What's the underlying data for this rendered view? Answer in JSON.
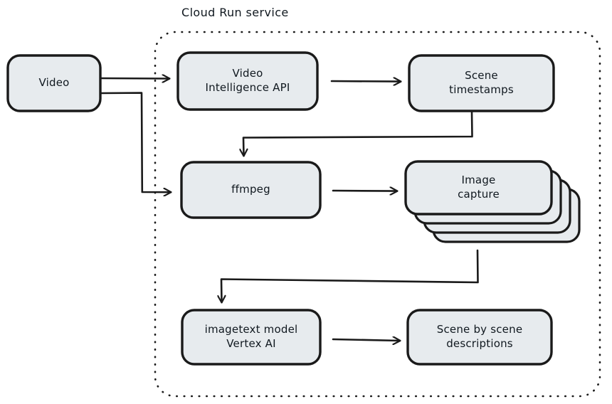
{
  "diagram": {
    "title": "Cloud Run service",
    "style": {
      "node_fill": "#e7ebee",
      "node_stroke": "#1a1a1a",
      "edge_color": "#1a1a1a",
      "group_border_color": "#1a1a1a",
      "background": "#ffffff"
    },
    "group": {
      "label": "Cloud Run service",
      "border_style": "dotted"
    },
    "nodes": [
      {
        "id": "video",
        "label": "Video",
        "shape": "rounded-rect",
        "inside_group": false
      },
      {
        "id": "video-intelligence-api",
        "label": "Video\nIntelligence API",
        "shape": "rounded-rect",
        "inside_group": true
      },
      {
        "id": "scene-timestamps",
        "label": "Scene\ntimestamps",
        "shape": "rounded-rect",
        "inside_group": true
      },
      {
        "id": "ffmpeg",
        "label": "ffmpeg",
        "shape": "rounded-rect",
        "inside_group": true
      },
      {
        "id": "image-capture",
        "label": "Image\ncapture",
        "shape": "stacked-rect",
        "stack_count": 4,
        "inside_group": true
      },
      {
        "id": "imagetext-model",
        "label": "imagetext model\nVertex AI",
        "shape": "rounded-rect",
        "inside_group": true
      },
      {
        "id": "scene-descriptions",
        "label": "Scene by scene\ndescriptions",
        "shape": "rounded-rect",
        "inside_group": true
      }
    ],
    "edges": [
      {
        "from": "video",
        "to": "video-intelligence-api",
        "kind": "straight"
      },
      {
        "from": "video",
        "to": "ffmpeg",
        "kind": "elbow"
      },
      {
        "from": "video-intelligence-api",
        "to": "scene-timestamps",
        "kind": "straight"
      },
      {
        "from": "scene-timestamps",
        "to": "ffmpeg",
        "kind": "elbow"
      },
      {
        "from": "ffmpeg",
        "to": "image-capture",
        "kind": "straight"
      },
      {
        "from": "image-capture",
        "to": "imagetext-model",
        "kind": "elbow"
      },
      {
        "from": "imagetext-model",
        "to": "scene-descriptions",
        "kind": "straight"
      }
    ]
  }
}
